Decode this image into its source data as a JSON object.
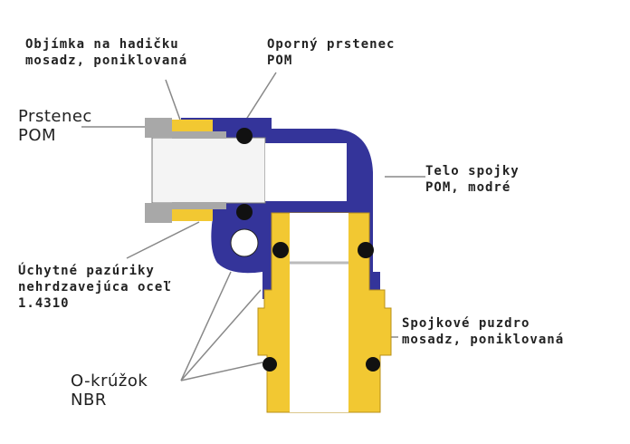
{
  "labels": {
    "sleeve": {
      "line1": "Objímka na hadičku",
      "line2": "mosadz, poniklovaná"
    },
    "support_ring": {
      "line1": "Oporný prstenec",
      "line2": "POM"
    },
    "ring": {
      "line1": "Prstenec",
      "line2": "POM"
    },
    "body": {
      "line1": "Telo spojky",
      "line2": "POM, modré"
    },
    "claws": {
      "line1": "Úchytné pazúriky",
      "line2": "nehrdzavejúca oceľ",
      "line3": "1.4310"
    },
    "housing": {
      "line1": "Spojkové puzdro",
      "line2": "mosadz, poniklovaná"
    },
    "oring": {
      "line1": "O-krúžok",
      "line2": "NBR"
    }
  },
  "colors": {
    "body": "#34349a",
    "brass": "#f2c832",
    "gray": "#a8a8a8",
    "oring": "#111111"
  }
}
